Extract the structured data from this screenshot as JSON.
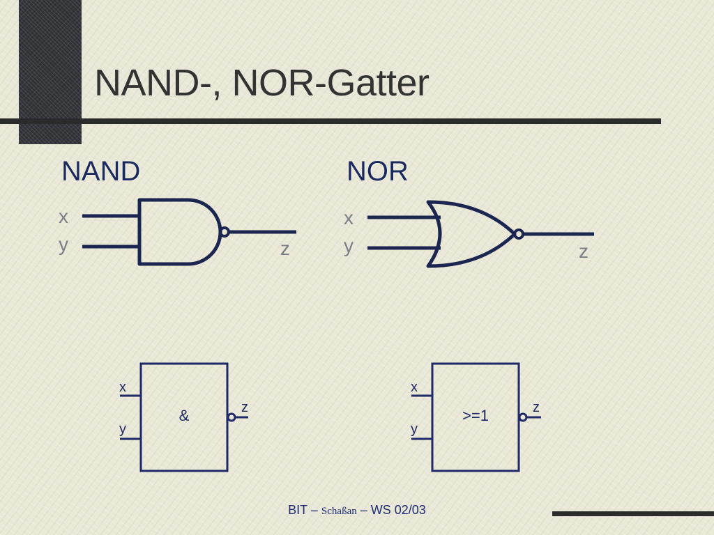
{
  "slide": {
    "title": "NAND-, NOR-Gatter"
  },
  "sections": {
    "nand_label": "NAND",
    "nor_label": "NOR"
  },
  "nand_symbol": {
    "input_x": "x",
    "input_y": "y",
    "output": "z"
  },
  "nor_symbol": {
    "input_x": "x",
    "input_y": "y",
    "output": "z"
  },
  "nand_box": {
    "operator": "&",
    "input_x": "x",
    "input_y": "y",
    "output": "z"
  },
  "nor_box": {
    "operator": ">=1",
    "input_x": "x",
    "input_y": "y",
    "output": "z"
  },
  "footer": {
    "course": "BIT",
    "separator": "–",
    "author": "Schaßan",
    "term": "WS 02/03"
  },
  "colors": {
    "ansi_gate_stroke": "#1a2550",
    "iec_box_stroke": "#1f2a66",
    "title_text": "#333333",
    "footer_text": "#1e2a78",
    "dark_accent": "#2b2b2b"
  }
}
